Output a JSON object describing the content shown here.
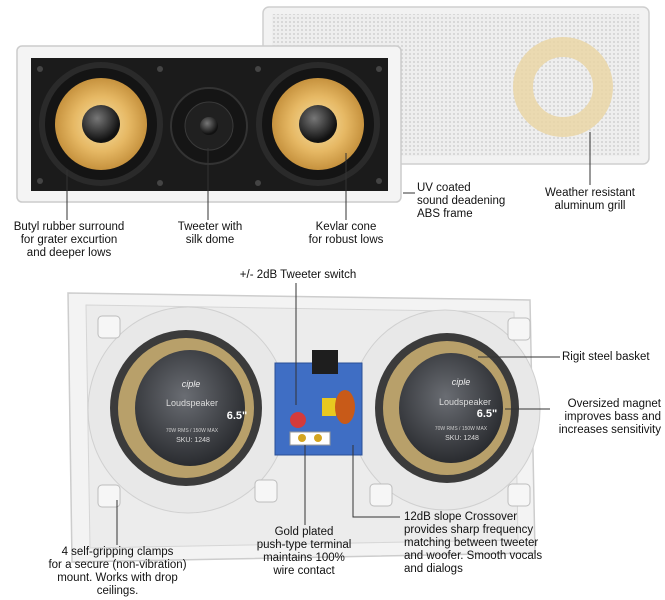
{
  "callouts": {
    "surround": "Butyl rubber surround\nfor grater excurtion\nand deeper lows",
    "tweeter": "Tweeter with\nsilk dome",
    "kevlar": "Kevlar cone\nfor robust lows",
    "uv_frame": "UV coated\nsound deadening\nABS frame",
    "grill": "Weather resistant\naluminum grill",
    "tweeter_switch": "+/- 2dB Tweeter switch",
    "basket": "Rigit steel basket",
    "magnet": "Oversized magnet\nimproves bass and\nincreases sensitivity",
    "clamps": "4 self-gripping clamps\nfor a secure (non-vibration)\nmount. Works with drop\nceilings.",
    "terminal": "Gold plated\npush-type terminal\nmaintains 100%\nwire contact",
    "crossover": "12dB slope Crossover\nprovides sharp frequency\nmatching between tweeter\nand woofer. Smooth vocals\nand dialogs"
  },
  "magnet_label": {
    "brand": "ciple",
    "type": "Loudspeaker",
    "size": "6.5\"",
    "power": "70W RMS / 150W MAX",
    "sku": "SKU: 1248"
  }
}
